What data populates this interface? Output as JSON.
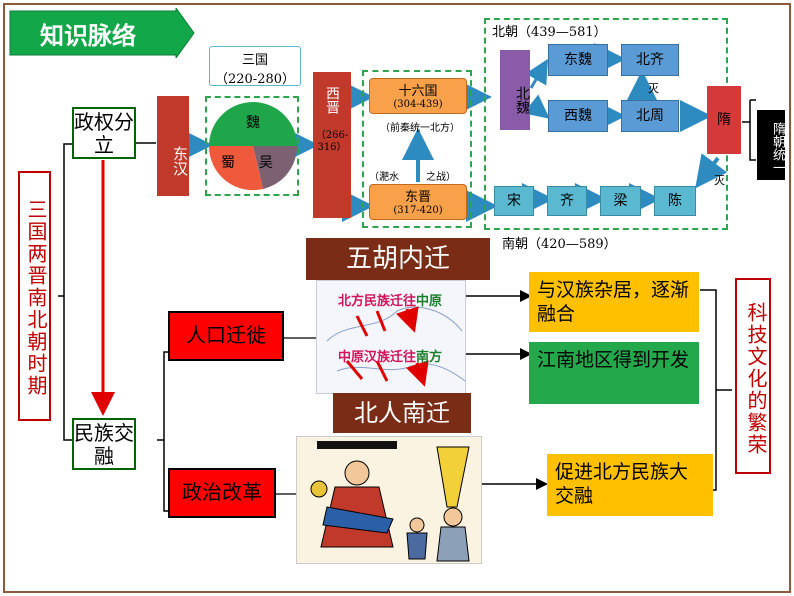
{
  "banner": {
    "title": "知识脉络"
  },
  "era_label": "三国两晋南北朝时期",
  "left_boxes": {
    "regime": "政权分立",
    "ethnic": "民族交融"
  },
  "three_kingdoms": {
    "title": "三国",
    "years": "（220-280）",
    "wei": "魏",
    "shu": "蜀",
    "wu": "吴"
  },
  "dynasties": {
    "donghan": "东汉",
    "xijin": "西晋",
    "xijin_years": "（266-316）",
    "sixteen": "十六国",
    "sixteen_years": "(304-439)",
    "qianqin": "（前秦统一北方）",
    "feishui_left": "（淝水",
    "feishui_right": "之战）",
    "dongjin": "东晋",
    "dongjin_years": "(317-420)",
    "northern": "北朝（439—581）",
    "beiwei": "北魏",
    "dongwei": "东魏",
    "beiqi": "北齐",
    "xiwei": "西魏",
    "beizhou": "北周",
    "mie1": "灭",
    "sui": "隋",
    "mie2": "灭",
    "song": "宋",
    "qi": "齐",
    "liang": "梁",
    "chen": "陈",
    "southern": "南朝（420—589）",
    "sui_unify": "隋朝统一"
  },
  "migration": {
    "title": "五胡内迁",
    "bottom": "北人南迁",
    "line1_a": "北方民族迁往",
    "line1_b": "中原",
    "line2_a": "中原汉族迁往",
    "line2_b": "南方"
  },
  "branches": {
    "population": "人口迁徙",
    "reform": "政治改革"
  },
  "results": {
    "r1": "与汉族杂居，逐渐融合",
    "r2": "江南地区得到开发",
    "r3": "促进北方民族大交融"
  },
  "science": "科技文化的繁荣",
  "colors": {
    "accent_red": "#c00000",
    "green": "#006400",
    "orange": "#f8a14a",
    "blue": "#5b9bd5",
    "teal": "#5ab8d1",
    "brown": "#7b2c16",
    "yellow": "#ffc000",
    "bright_green": "#24a84c"
  }
}
